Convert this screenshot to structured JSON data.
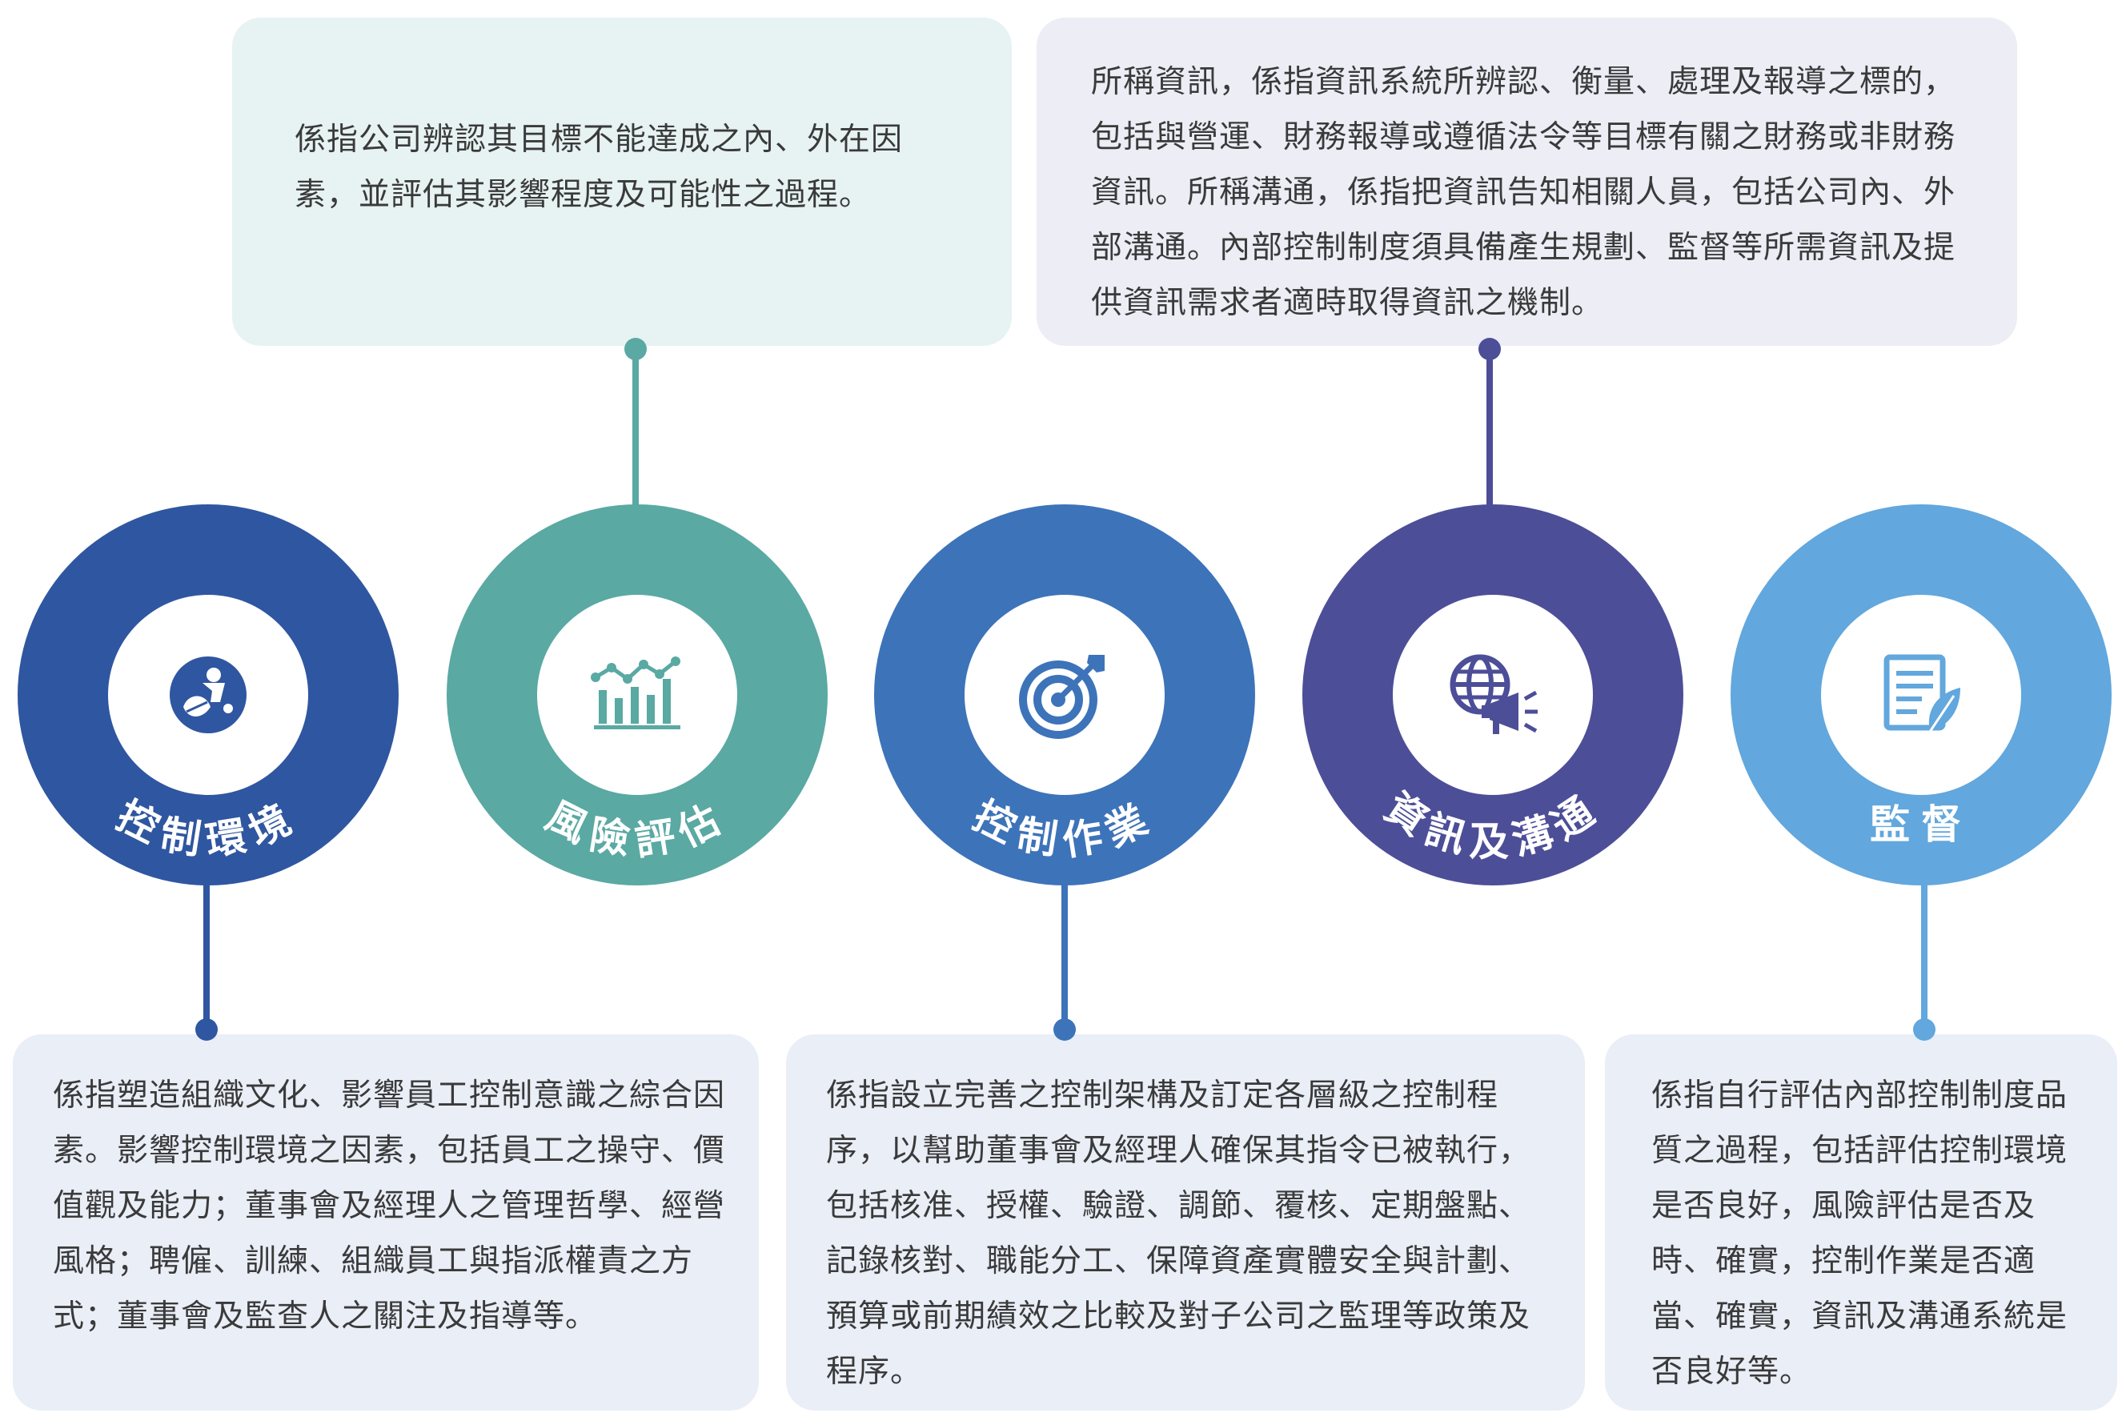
{
  "colors": {
    "control_environment": "#2f56a0",
    "risk_assessment": "#5aa9a3",
    "control_activities": "#3d73b9",
    "information_communication": "#4d4e98",
    "monitoring": "#62a7dd"
  },
  "components": [
    {
      "label": "控制環境",
      "icon": "person-leaf-globe-icon",
      "description": "係指塑造組織文化、影響員工控制意識之綜合因素。影響控制環境之因素，包括員工之操守、價值觀及能力；董事會及經理人之管理哲學、經營風格；聘僱、訓練、組織員工與指派權責之方式；董事會及監查人之關注及指導等。"
    },
    {
      "label": "風險評估",
      "icon": "bar-chart-trend-icon",
      "description": "係指公司辨認其目標不能達成之內、外在因素，並評估其影響程度及可能性之過程。"
    },
    {
      "label": "控制作業",
      "icon": "target-arrow-icon",
      "description": "係指設立完善之控制架構及訂定各層級之控制程序，以幫助董事會及經理人確保其指令已被執行，包括核准、授權、驗證、調節、覆核、定期盤點、記錄核對、職能分工、保障資產實體安全與計劃、預算或前期績效之比較及對子公司之監理等政策及程序。"
    },
    {
      "label": "資訊及溝通",
      "icon": "globe-megaphone-icon",
      "description": "所稱資訊，係指資訊系統所辨認、衡量、處理及報導之標的，包括與營運、財務報導或遵循法令等目標有關之財務或非財務資訊。所稱溝通，係指把資訊告知相關人員，包括公司內、外部溝通。內部控制制度須具備產生規劃、監督等所需資訊及提供資訊需求者適時取得資訊之機制。"
    },
    {
      "label": "監督",
      "icon": "document-leaf-icon",
      "description": "係指自行評估內部控制制度品質之過程，包括評估控制環境是否良好，風險評估是否及時、確實，控制作業是否適當、確實，資訊及溝通系統是否良好等。"
    }
  ]
}
